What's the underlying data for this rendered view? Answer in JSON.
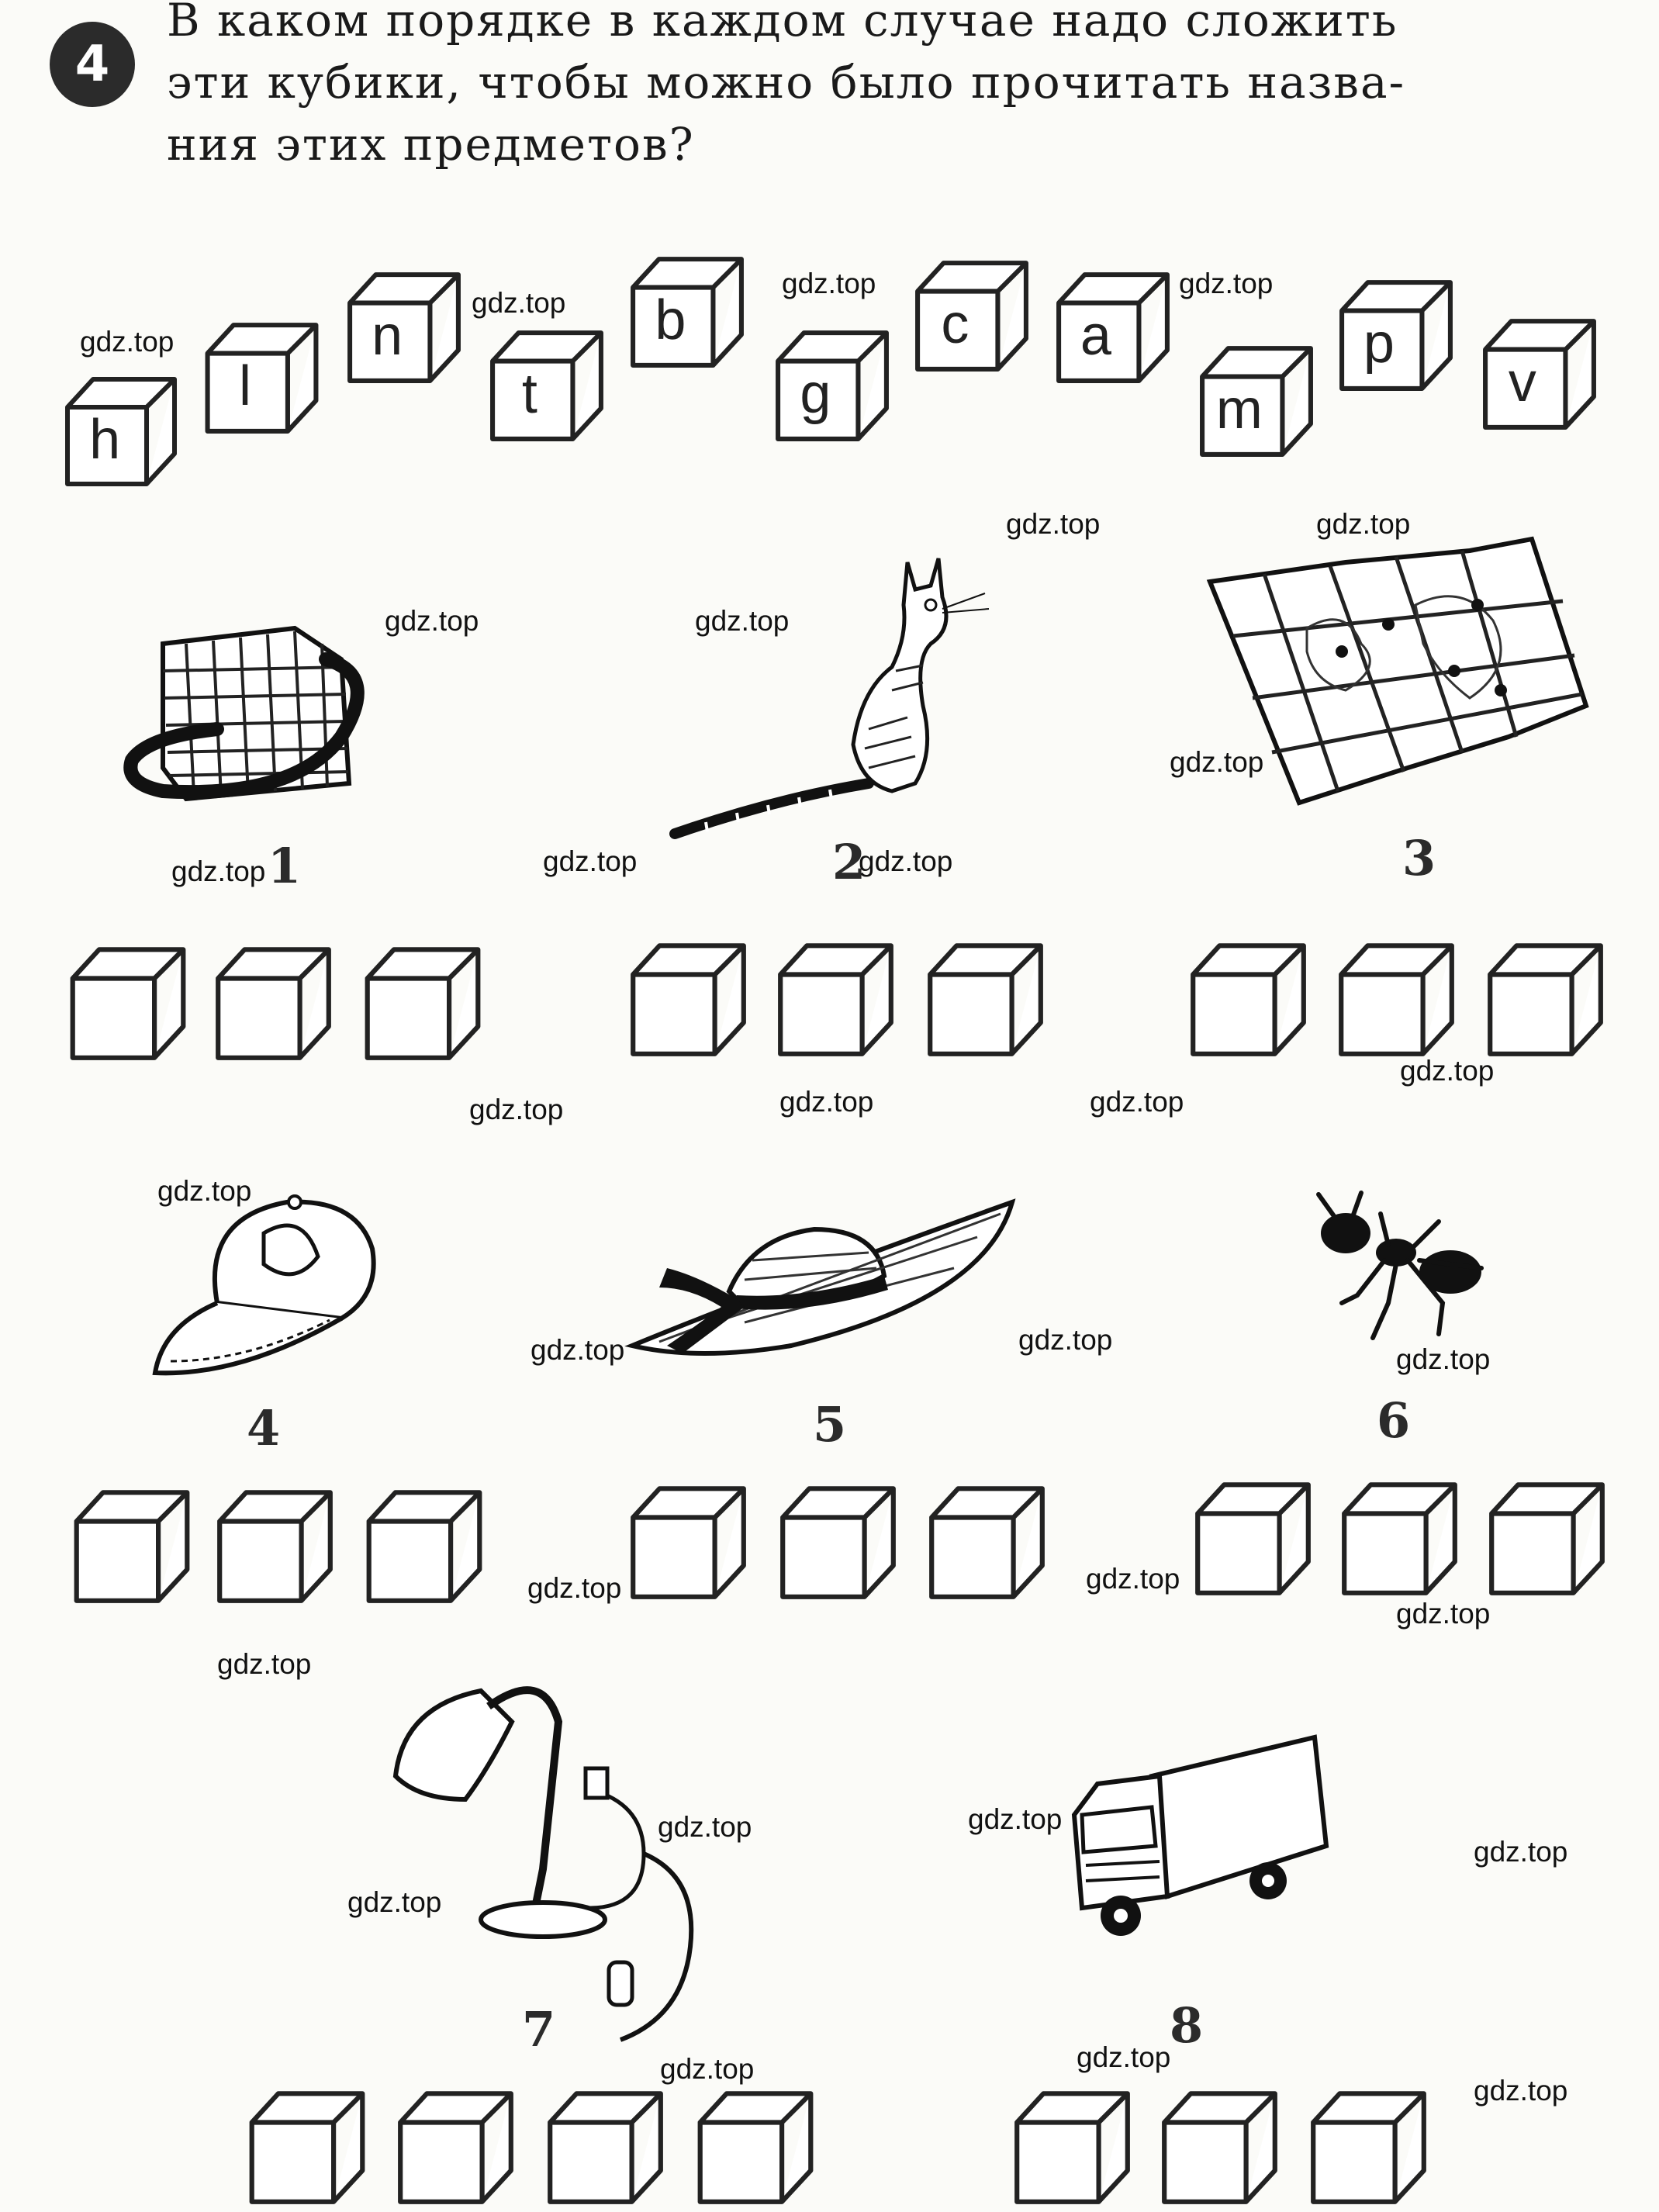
{
  "task": {
    "number": "4",
    "lines": [
      "В каком порядке в каждом случае надо сложить",
      "эти кубики, чтобы можно было прочитать назва-",
      "ния этих предметов?"
    ]
  },
  "letter_cubes": [
    "h",
    "l",
    "n",
    "t",
    "b",
    "g",
    "c",
    "a",
    "m",
    "p",
    "v"
  ],
  "items": [
    {
      "number": "1",
      "picture": "bag"
    },
    {
      "number": "2",
      "picture": "cat"
    },
    {
      "number": "3",
      "picture": "map"
    },
    {
      "number": "4",
      "picture": "cap"
    },
    {
      "number": "5",
      "picture": "hat"
    },
    {
      "number": "6",
      "picture": "ant"
    },
    {
      "number": "7",
      "picture": "lamp"
    },
    {
      "number": "8",
      "picture": "van"
    }
  ],
  "watermark": "gdz.top"
}
